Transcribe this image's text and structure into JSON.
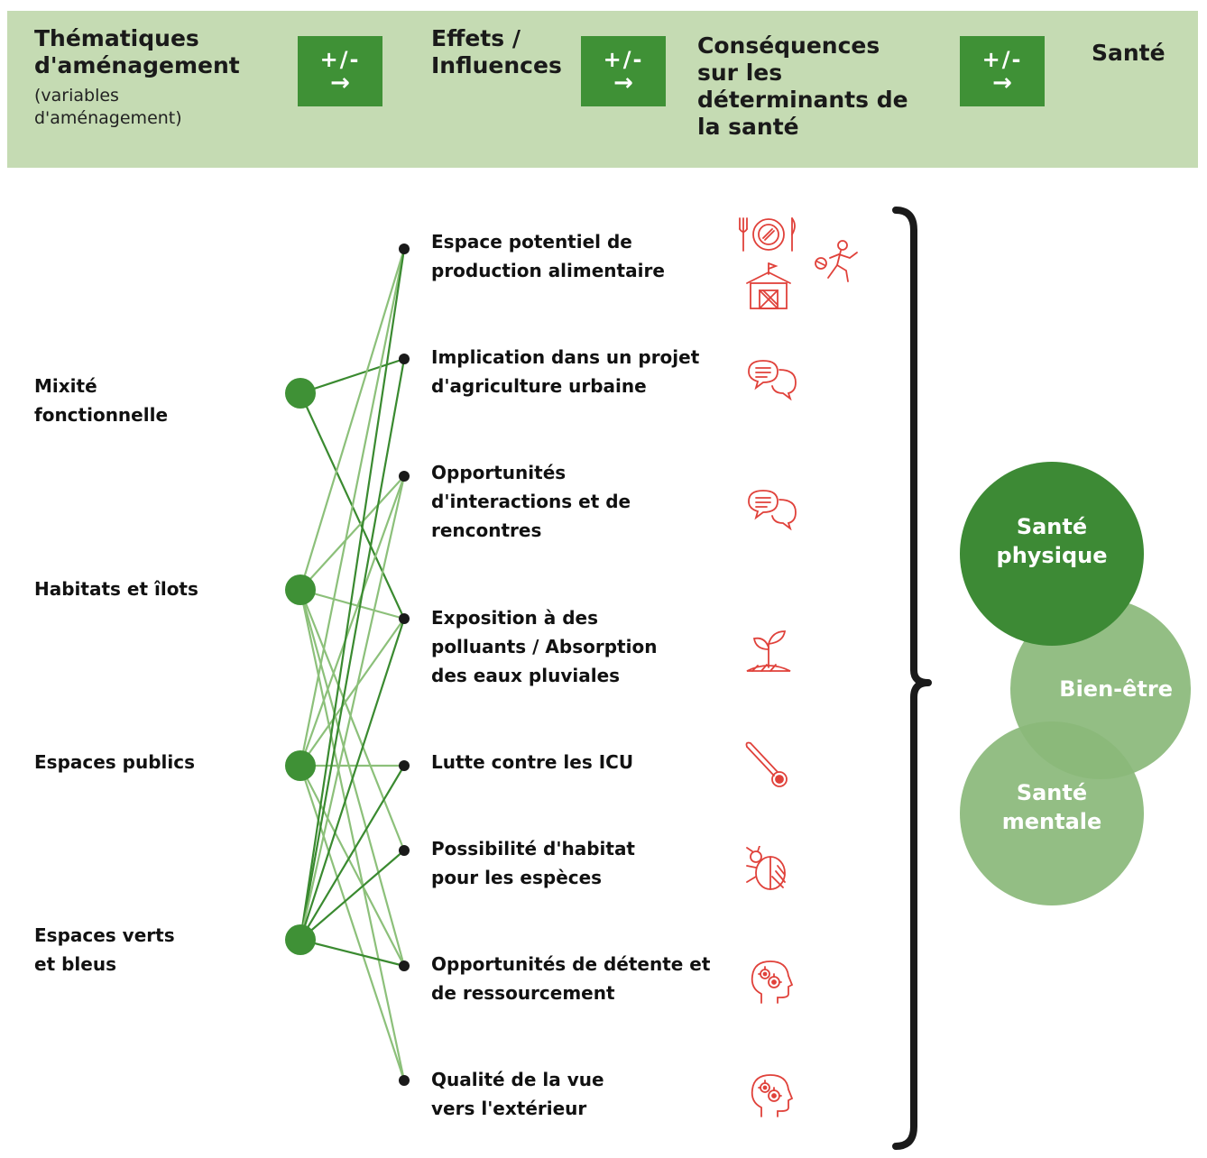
{
  "header": {
    "col1_title": "Thématiques d'aménagement",
    "col1_sub": "(variables d'aménagement)",
    "col2_title": "Effets / Influences",
    "col3_title": "Conséquences sur les déterminants de la santé",
    "col4_title": "Santé",
    "arrow_label": "+/-",
    "arrow_glyph": "→"
  },
  "themes": [
    "Mixité fonctionnelle",
    "Habitats et îlots",
    "Espaces publics",
    "Espaces verts et bleus"
  ],
  "effects": [
    "Espace potentiel de production alimentaire",
    "Implication dans un projet d'agriculture urbaine",
    "Opportunités d'interactions et de rencontres",
    "Exposition à des polluants / Absorption des eaux pluviales",
    "Lutte contre les ICU",
    "Possibilité d'habitat pour les espèces",
    "Opportunités de détente et de ressourcement",
    "Qualité de la vue vers l'extérieur"
  ],
  "effect_icons": [
    [
      "plate-icon",
      "runner-icon",
      "farm-icon"
    ],
    [
      "speech-bubbles-icon"
    ],
    [
      "speech-bubbles-icon"
    ],
    [
      "sprout-icon"
    ],
    [
      "thermometer-icon"
    ],
    [
      "insect-icon"
    ],
    [
      "head-gears-icon"
    ],
    [
      "head-gears-icon"
    ]
  ],
  "health": {
    "physique": "Santé physique",
    "bien_etre": "Bien-être",
    "mentale": "Santé mentale"
  },
  "links": [
    [
      0,
      1,
      "dark"
    ],
    [
      0,
      3,
      "dark"
    ],
    [
      1,
      0,
      "light"
    ],
    [
      1,
      2,
      "light"
    ],
    [
      1,
      3,
      "light"
    ],
    [
      1,
      5,
      "light"
    ],
    [
      1,
      6,
      "light"
    ],
    [
      1,
      7,
      "light"
    ],
    [
      2,
      0,
      "light"
    ],
    [
      2,
      2,
      "light"
    ],
    [
      2,
      3,
      "light"
    ],
    [
      2,
      4,
      "light"
    ],
    [
      2,
      6,
      "light"
    ],
    [
      2,
      7,
      "light"
    ],
    [
      3,
      0,
      "dark"
    ],
    [
      3,
      1,
      "dark"
    ],
    [
      3,
      2,
      "light"
    ],
    [
      3,
      3,
      "dark"
    ],
    [
      3,
      4,
      "dark"
    ],
    [
      3,
      5,
      "dark"
    ],
    [
      3,
      6,
      "dark"
    ]
  ],
  "colors": {
    "header_bg": "#c5dbb3",
    "accent": "#3f9136",
    "link_dark": "#3a8a30",
    "link_light": "#8cc07a",
    "icon_red": "#e0413a",
    "circle_dark": "#3d8a35",
    "circle_light": "#8ab97a"
  }
}
